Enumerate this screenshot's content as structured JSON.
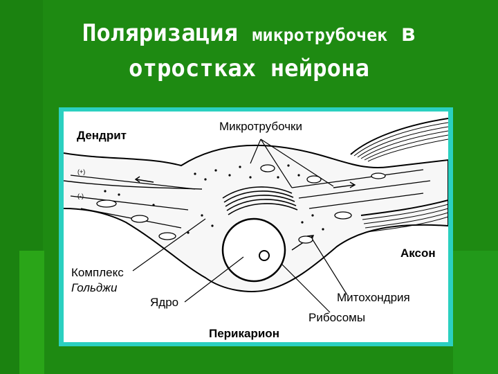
{
  "slide": {
    "title_part1": "Поляризация ",
    "title_part2": "микротрубочек",
    "title_part3": " в",
    "title_line2": "отростках нейрона"
  },
  "diagram": {
    "labels": {
      "dendrite": "Дендрит",
      "microtubules": "Микротрубочки",
      "axon": "Аксон",
      "golgi_line1": "Комплекс",
      "golgi_line2": "Гольджи",
      "nucleus": "Ядро",
      "mitochondria": "Митохондрия",
      "ribosomes": "Рибосомы",
      "perikaryon": "Перикарион"
    },
    "polarity_marks": {
      "plus": "(+)",
      "minus": "(-)"
    }
  }
}
